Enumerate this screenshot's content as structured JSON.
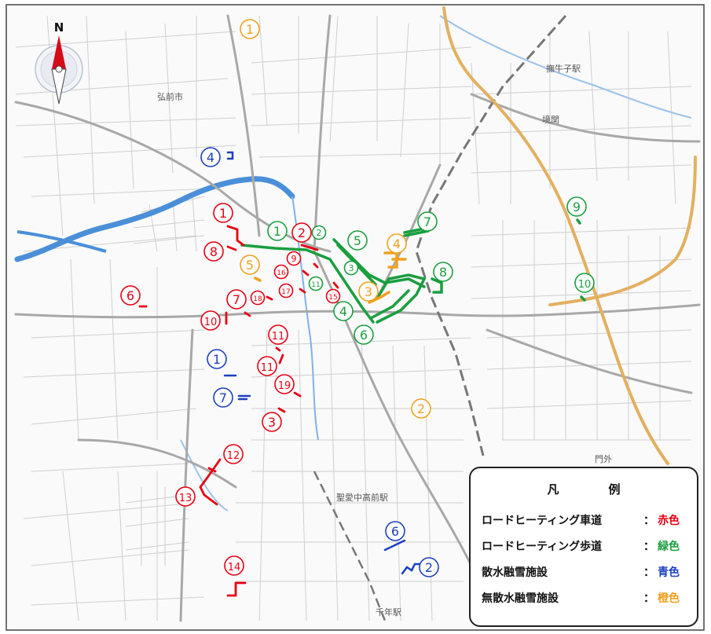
{
  "map": {
    "north_label": "N",
    "place_labels": [
      "弘前市",
      "撫牛子駅",
      "境関",
      "門外",
      "聖愛中高前駅",
      "千年駅"
    ]
  },
  "legend": {
    "title": "凡　例",
    "rows": [
      {
        "label": "ロードヒーティング車道",
        "value": "赤色",
        "color": "#e60012"
      },
      {
        "label": "ロードヒーティング歩道",
        "value": "緑色",
        "color": "#1a9e3f"
      },
      {
        "label": "散水融雪施設",
        "value": "青色",
        "color": "#1d3fbf"
      },
      {
        "label": "無散水融雪施設",
        "value": "橙色",
        "color": "#f0a020"
      }
    ]
  },
  "markers": {
    "red": [
      "1",
      "2",
      "3",
      "6",
      "7",
      "8",
      "9",
      "10",
      "11",
      "11",
      "12",
      "13",
      "14",
      "15",
      "16",
      "17",
      "18",
      "19"
    ],
    "green": [
      "1",
      "2",
      "3",
      "4",
      "5",
      "6",
      "7",
      "8",
      "9",
      "10",
      "11"
    ],
    "blue": [
      "1",
      "2",
      "4",
      "6",
      "7"
    ],
    "orange": [
      "1",
      "2",
      "3",
      "4",
      "5"
    ]
  },
  "colors": {
    "red": "#e60012",
    "green": "#1a9e3f",
    "blue": "#1d3fbf",
    "orange": "#f0a020",
    "water": "#4a8fd8",
    "road_major": "#9a9a9a",
    "road_minor": "#c9c9c9",
    "highway": "#e3b060"
  }
}
